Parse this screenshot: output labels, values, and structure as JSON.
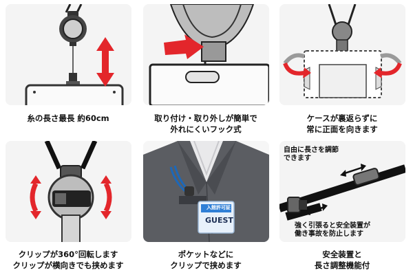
{
  "panels": [
    {
      "caption": [
        "糸の長さ最長 約60cm"
      ]
    },
    {
      "caption": [
        "取り付け・取り外しが簡単で",
        "外れにくいフック式"
      ]
    },
    {
      "caption": [
        "ケースが裏返らずに",
        "常に正面を向きます"
      ]
    },
    {
      "caption": [
        "クリップが360°回転します",
        "クリップが横向きでも挟めます"
      ]
    },
    {
      "caption": [
        "ポケットなどに",
        "クリップで挟めます"
      ],
      "badge_top": "入館許可証",
      "badge_main": "GUEST"
    },
    {
      "caption": [
        "安全装置と",
        "長さ調整機能付"
      ],
      "note_top": [
        "自由に長さを調節",
        "できます"
      ],
      "note_bottom": [
        "強く引張ると安全装置が",
        "働き事故を防止します"
      ]
    }
  ],
  "colors": {
    "accent_red": "#e3262b",
    "panel_bg": "#f4f4f4",
    "jacket": "#5b5d62",
    "lanyard_blue": "#1d68b8"
  }
}
